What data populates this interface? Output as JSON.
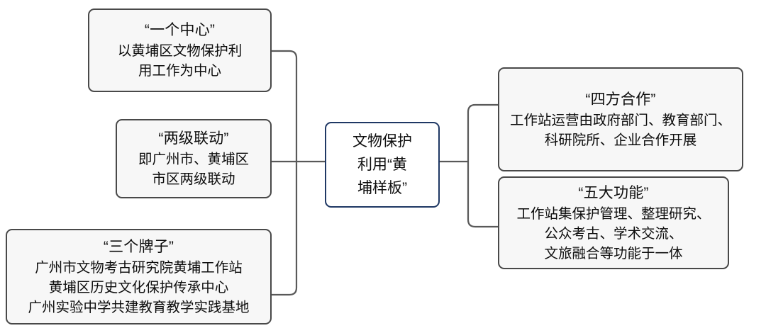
{
  "diagram": {
    "type": "mind-map",
    "orientation": "horizontal-bidirectional",
    "colors": {
      "node_border": "#494949",
      "center_node_border": "#1f3864",
      "node_fill": "#f7f7f7",
      "center_node_fill": "#ffffff",
      "connector": "#595959",
      "text": "#0d0d0d",
      "background": "#ffffff"
    },
    "center": {
      "id": "core",
      "lines": [
        "文物保护",
        "利用“黄",
        "埔样板”"
      ]
    },
    "left_branches": [
      {
        "id": "center-focus",
        "title": "“一个中心”",
        "lines": [
          "以黄埔区文物保护利",
          "用工作为中心"
        ]
      },
      {
        "id": "two-level",
        "title": "“两级联动”",
        "lines": [
          "即广州市、黄埔区",
          "市区两级联动"
        ]
      },
      {
        "id": "three-plates",
        "title": "“三个牌子”",
        "lines": [
          "广州市文物考古研究院黄埔工作站",
          "黄埔区历史文化保护传承中心",
          "广州实验中学共建教育教学实践基地"
        ]
      }
    ],
    "right_branches": [
      {
        "id": "four-party",
        "title": "“四方合作”",
        "lines": [
          "工作站运营由政府部门、教育部门、",
          "科研院所、企业合作开展"
        ]
      },
      {
        "id": "five-func",
        "title": "“五大功能”",
        "lines": [
          "工作站集保护管理、整理研究、",
          "公众考古、学术交流、",
          "文旅融合等功能于一体"
        ]
      }
    ]
  }
}
